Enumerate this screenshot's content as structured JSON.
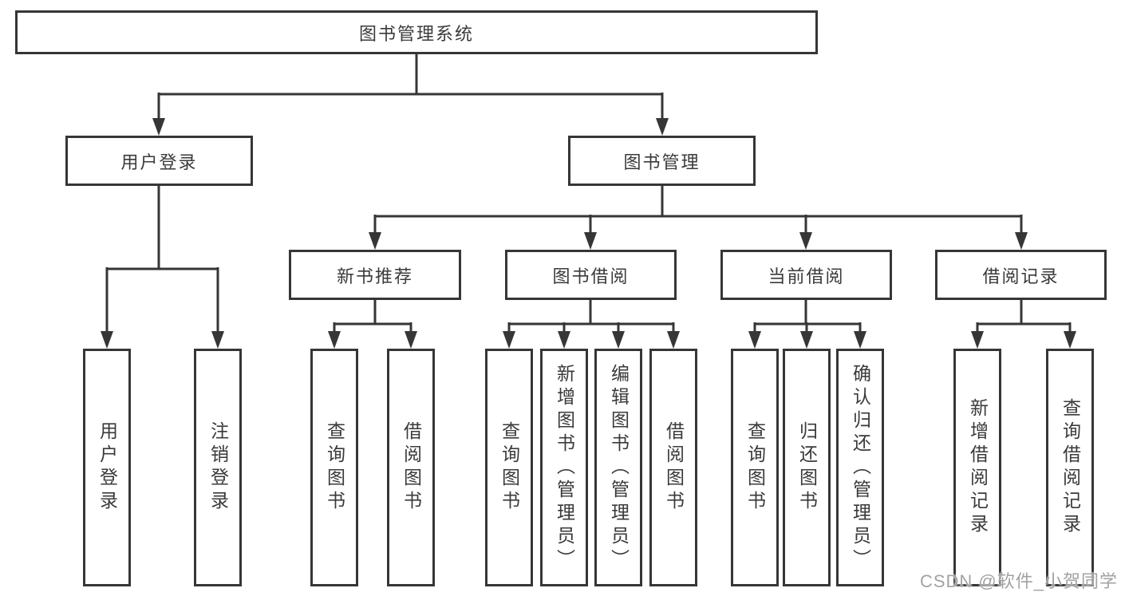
{
  "diagram_title": "图书管理系统",
  "tree": {
    "label": "图书管理系统",
    "children": [
      {
        "label": "用户登录",
        "children": [
          {
            "label": "用户登录"
          },
          {
            "label": "注销登录"
          }
        ]
      },
      {
        "label": "图书管理",
        "children": [
          {
            "label": "新书推荐",
            "children": [
              {
                "label": "查询图书"
              },
              {
                "label": "借阅图书"
              }
            ]
          },
          {
            "label": "图书借阅",
            "children": [
              {
                "label": "查询图书"
              },
              {
                "label": "新增图书（管理员）"
              },
              {
                "label": "编辑图书（管理员）"
              },
              {
                "label": "借阅图书"
              }
            ]
          },
          {
            "label": "当前借阅",
            "children": [
              {
                "label": "查询图书"
              },
              {
                "label": "归还图书"
              },
              {
                "label": "确认归还（管理员）"
              }
            ]
          },
          {
            "label": "借阅记录",
            "children": [
              {
                "label": "新增借阅记录"
              },
              {
                "label": "查询借阅记录"
              }
            ]
          }
        ]
      }
    ]
  },
  "watermark": {
    "text": "CSDN @软件_小贺同学"
  },
  "colors": {
    "background": "#ffffff",
    "box_fill": "#ffffff",
    "box_border": "#363636",
    "line": "#363636",
    "text": "#3a3a3a",
    "watermark": "#9d9d9d"
  }
}
